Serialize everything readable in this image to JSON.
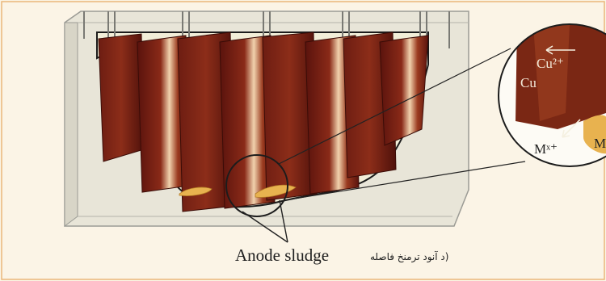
{
  "labels": {
    "anode_sludge": "Anode sludge",
    "anode_sludge_fa": "(د آنود ترمنخ فاصله",
    "cu_ion": "Cu²⁺",
    "cu_metal": "Cu",
    "metal_ion": "Mˣ⁺",
    "metal_m": "M"
  },
  "colors": {
    "background": "#fbf4e6",
    "tank": "#e9e6d9",
    "electrode_dark": "#6b1a12",
    "electrode_light": "#f3d7b5",
    "sludge": "#e8b24f",
    "frame_line": "#e9b77a",
    "ink": "#222222"
  },
  "icons": [
    "electrolytic-tank",
    "copper-electrode",
    "magnifier-circle",
    "sludge-deposit",
    "callout-arrow"
  ]
}
